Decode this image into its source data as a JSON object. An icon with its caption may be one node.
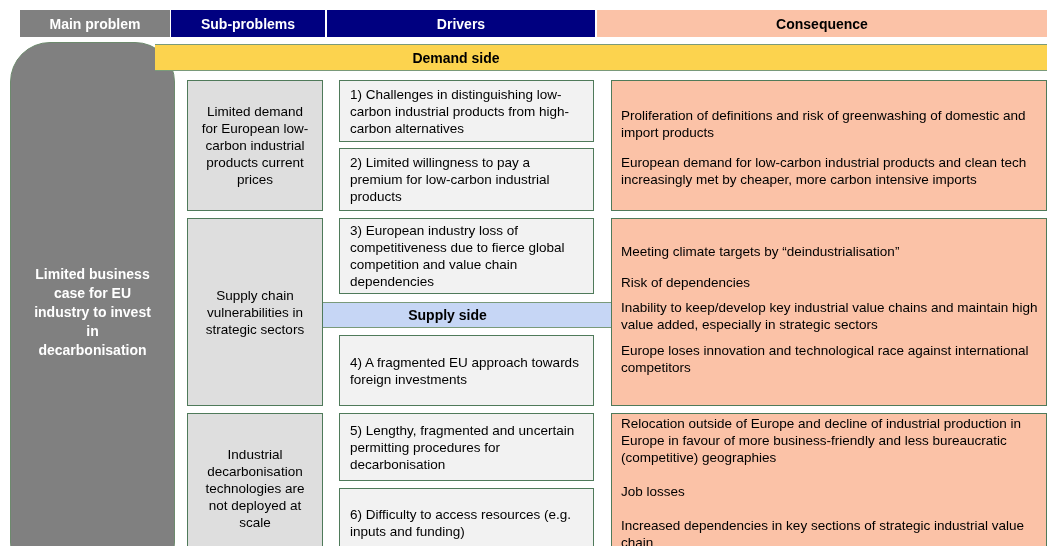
{
  "diagram": {
    "nodes": [
      {
        "text": [
          "Main problem"
        ]
      },
      {
        "text": [
          "Sub-problems"
        ]
      },
      {
        "text": [
          "Drivers"
        ]
      },
      {
        "text": [
          "Consequence"
        ]
      },
      {
        "text": [
          "Limited business case for EU industry to invest in decarbonisation"
        ]
      },
      {
        "text": [
          "Demand side"
        ]
      },
      {
        "text": [
          "Limited demand for European low-carbon industrial products current prices"
        ]
      },
      {
        "text": [
          "1) Challenges in distinguishing low-carbon industrial products from high-carbon alternatives"
        ]
      },
      {
        "text": [
          "2) Limited willingness to pay a premium for low-carbon industrial products"
        ]
      },
      {
        "text": [
          "Proliferation of definitions and risk of greenwashing of domestic and import products",
          "European demand for low-carbon industrial products and clean tech increasingly met by cheaper, more carbon intensive imports"
        ]
      },
      {
        "text": [
          "Supply chain vulnerabilities in strategic sectors"
        ]
      },
      {
        "text": [
          "3) European industry loss of competitiveness due to fierce global competition and value chain dependencies"
        ]
      },
      {
        "text": [
          "Supply side"
        ]
      },
      {
        "text": [
          "4) A fragmented EU approach towards foreign investments"
        ]
      },
      {
        "text": [
          "Meeting climate targets by “deindustrialisation”",
          "Risk of dependencies",
          "Inability to keep/develop key industrial value chains and maintain high value added, especially in strategic sectors",
          "Europe loses innovation and technological race against international competitors"
        ]
      },
      {
        "text": [
          "Industrial decarbonisation technologies are not deployed at scale"
        ]
      },
      {
        "text": [
          "5) Lengthy, fragmented and uncertain permitting procedures for decarbonisation"
        ]
      },
      {
        "text": [
          "6) Difficulty to access resources (e.g. inputs and funding)"
        ]
      },
      {
        "text": [
          "Relocation outside of Europe and decline of industrial production in Europe in favour of more business-friendly and less bureaucratic (competitive) geographies",
          "Job losses",
          "Increased dependencies in key sections of strategic industrial value chain"
        ]
      }
    ]
  }
}
